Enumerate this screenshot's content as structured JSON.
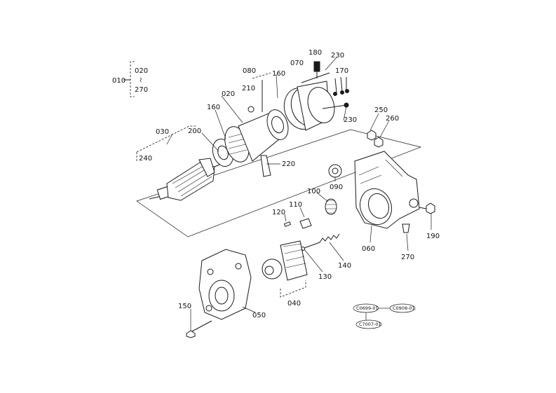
{
  "diagram": {
    "callouts": {
      "p010": "010",
      "p020_top": "020",
      "tilde": "≀",
      "p270_top": "270",
      "p180": "180",
      "p230_top": "230",
      "p070": "070",
      "p080": "080",
      "p170": "170",
      "p210": "210",
      "p160_top": "160",
      "p020": "020",
      "p160_left": "160",
      "p230_mid": "230",
      "p250": "250",
      "p260": "260",
      "p030": "030",
      "p200": "200",
      "p240": "240",
      "p220": "220",
      "p090": "090",
      "p100": "100",
      "p110": "110",
      "p120": "120",
      "p190": "190",
      "p270_right": "270",
      "p060": "060",
      "p140": "140",
      "p130": "130",
      "p040": "040",
      "p150": "150",
      "p050": "050"
    },
    "refs": {
      "ref1": "C0699-01",
      "ref2": "C0908-01",
      "ref3": "C7007-01"
    }
  }
}
